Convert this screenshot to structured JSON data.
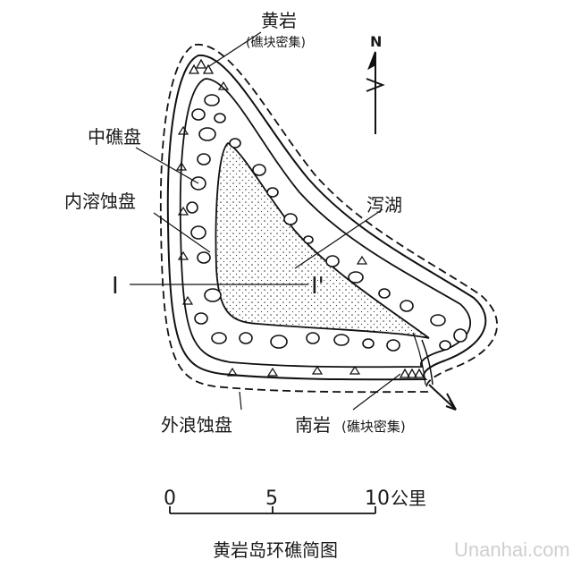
{
  "labels": {
    "huangyan": "黄岩",
    "huangyan_note": "(礁块密集)",
    "zhong_jiaopan": "中礁盘",
    "nei_rongshipan": "内溶蚀盘",
    "xiehu": "泻湖",
    "section_left": "I",
    "section_right": "I'",
    "wai_langshipan": "外浪蚀盘",
    "nanyan": "南岩",
    "nanyan_note": "(礁块密集)",
    "north": "N"
  },
  "scale": {
    "tick0": "0",
    "tick1": "5",
    "tick2": "10",
    "unit": "公里"
  },
  "caption": "黄岩岛环礁简图",
  "watermark": "Unanhai.com"
}
